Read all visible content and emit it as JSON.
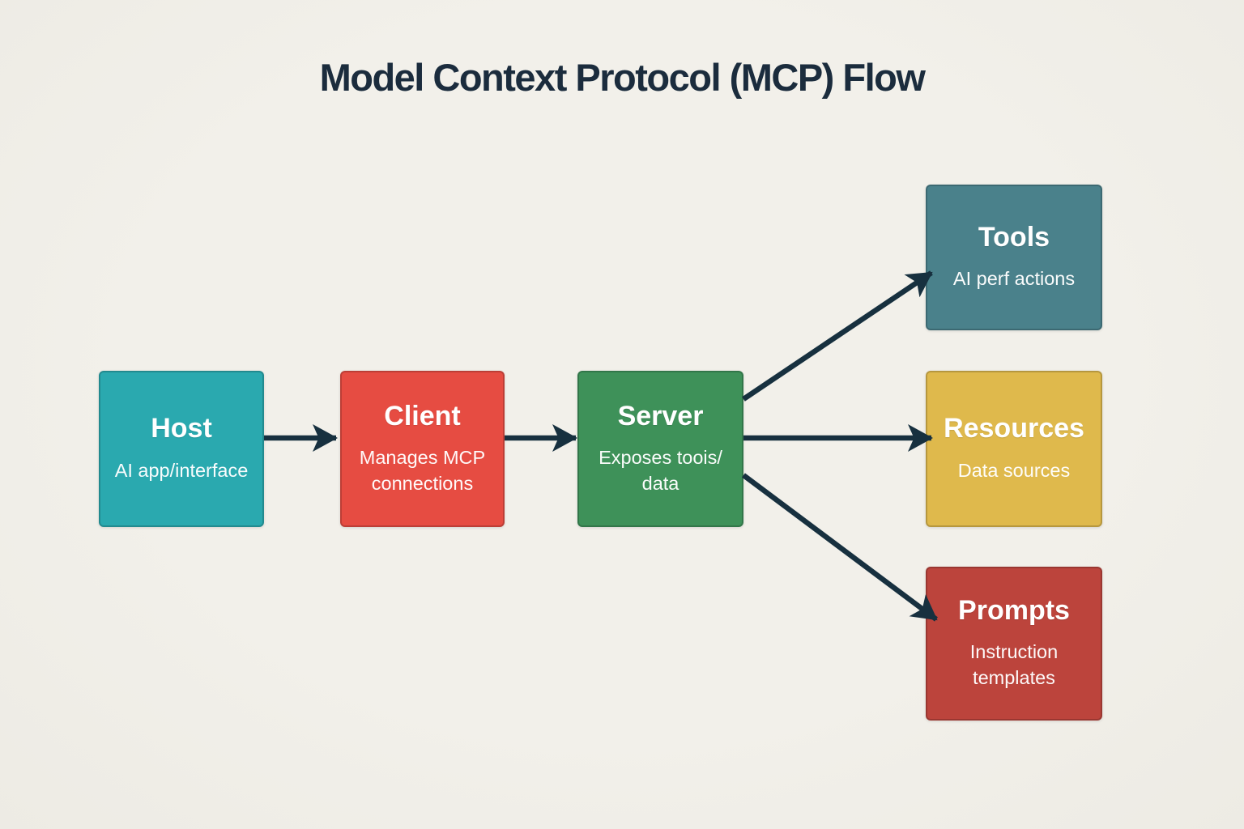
{
  "title": "Model Context Protocol (MCP) Flow",
  "colors": {
    "background": "#f1efe9",
    "title-ink": "#1b2c3d",
    "arrow": "#17303f"
  },
  "nodes": [
    {
      "id": "host",
      "label": "Host",
      "subtitle": "AI app/interface",
      "color": "#2aa9af"
    },
    {
      "id": "client",
      "label": "Client",
      "subtitle": "Manages MCP\nconnections",
      "color": "#e64c42"
    },
    {
      "id": "server",
      "label": "Server",
      "subtitle": "Exposes toois/\ndata",
      "color": "#3e9159"
    },
    {
      "id": "tools",
      "label": "Tools",
      "subtitle": "AI perf actions",
      "color": "#4a818b"
    },
    {
      "id": "resources",
      "label": "Resources",
      "subtitle": "Data sources",
      "color": "#dfb94c"
    },
    {
      "id": "prompts",
      "label": "Prompts",
      "subtitle": "Instruction\ntemplates",
      "color": "#bc443c"
    }
  ],
  "edges": [
    {
      "from": "Host",
      "to": "Client"
    },
    {
      "from": "Client",
      "to": "Server"
    },
    {
      "from": "Server",
      "to": "Tools"
    },
    {
      "from": "Server",
      "to": "Resources"
    },
    {
      "from": "Server",
      "to": "Prompts"
    }
  ]
}
